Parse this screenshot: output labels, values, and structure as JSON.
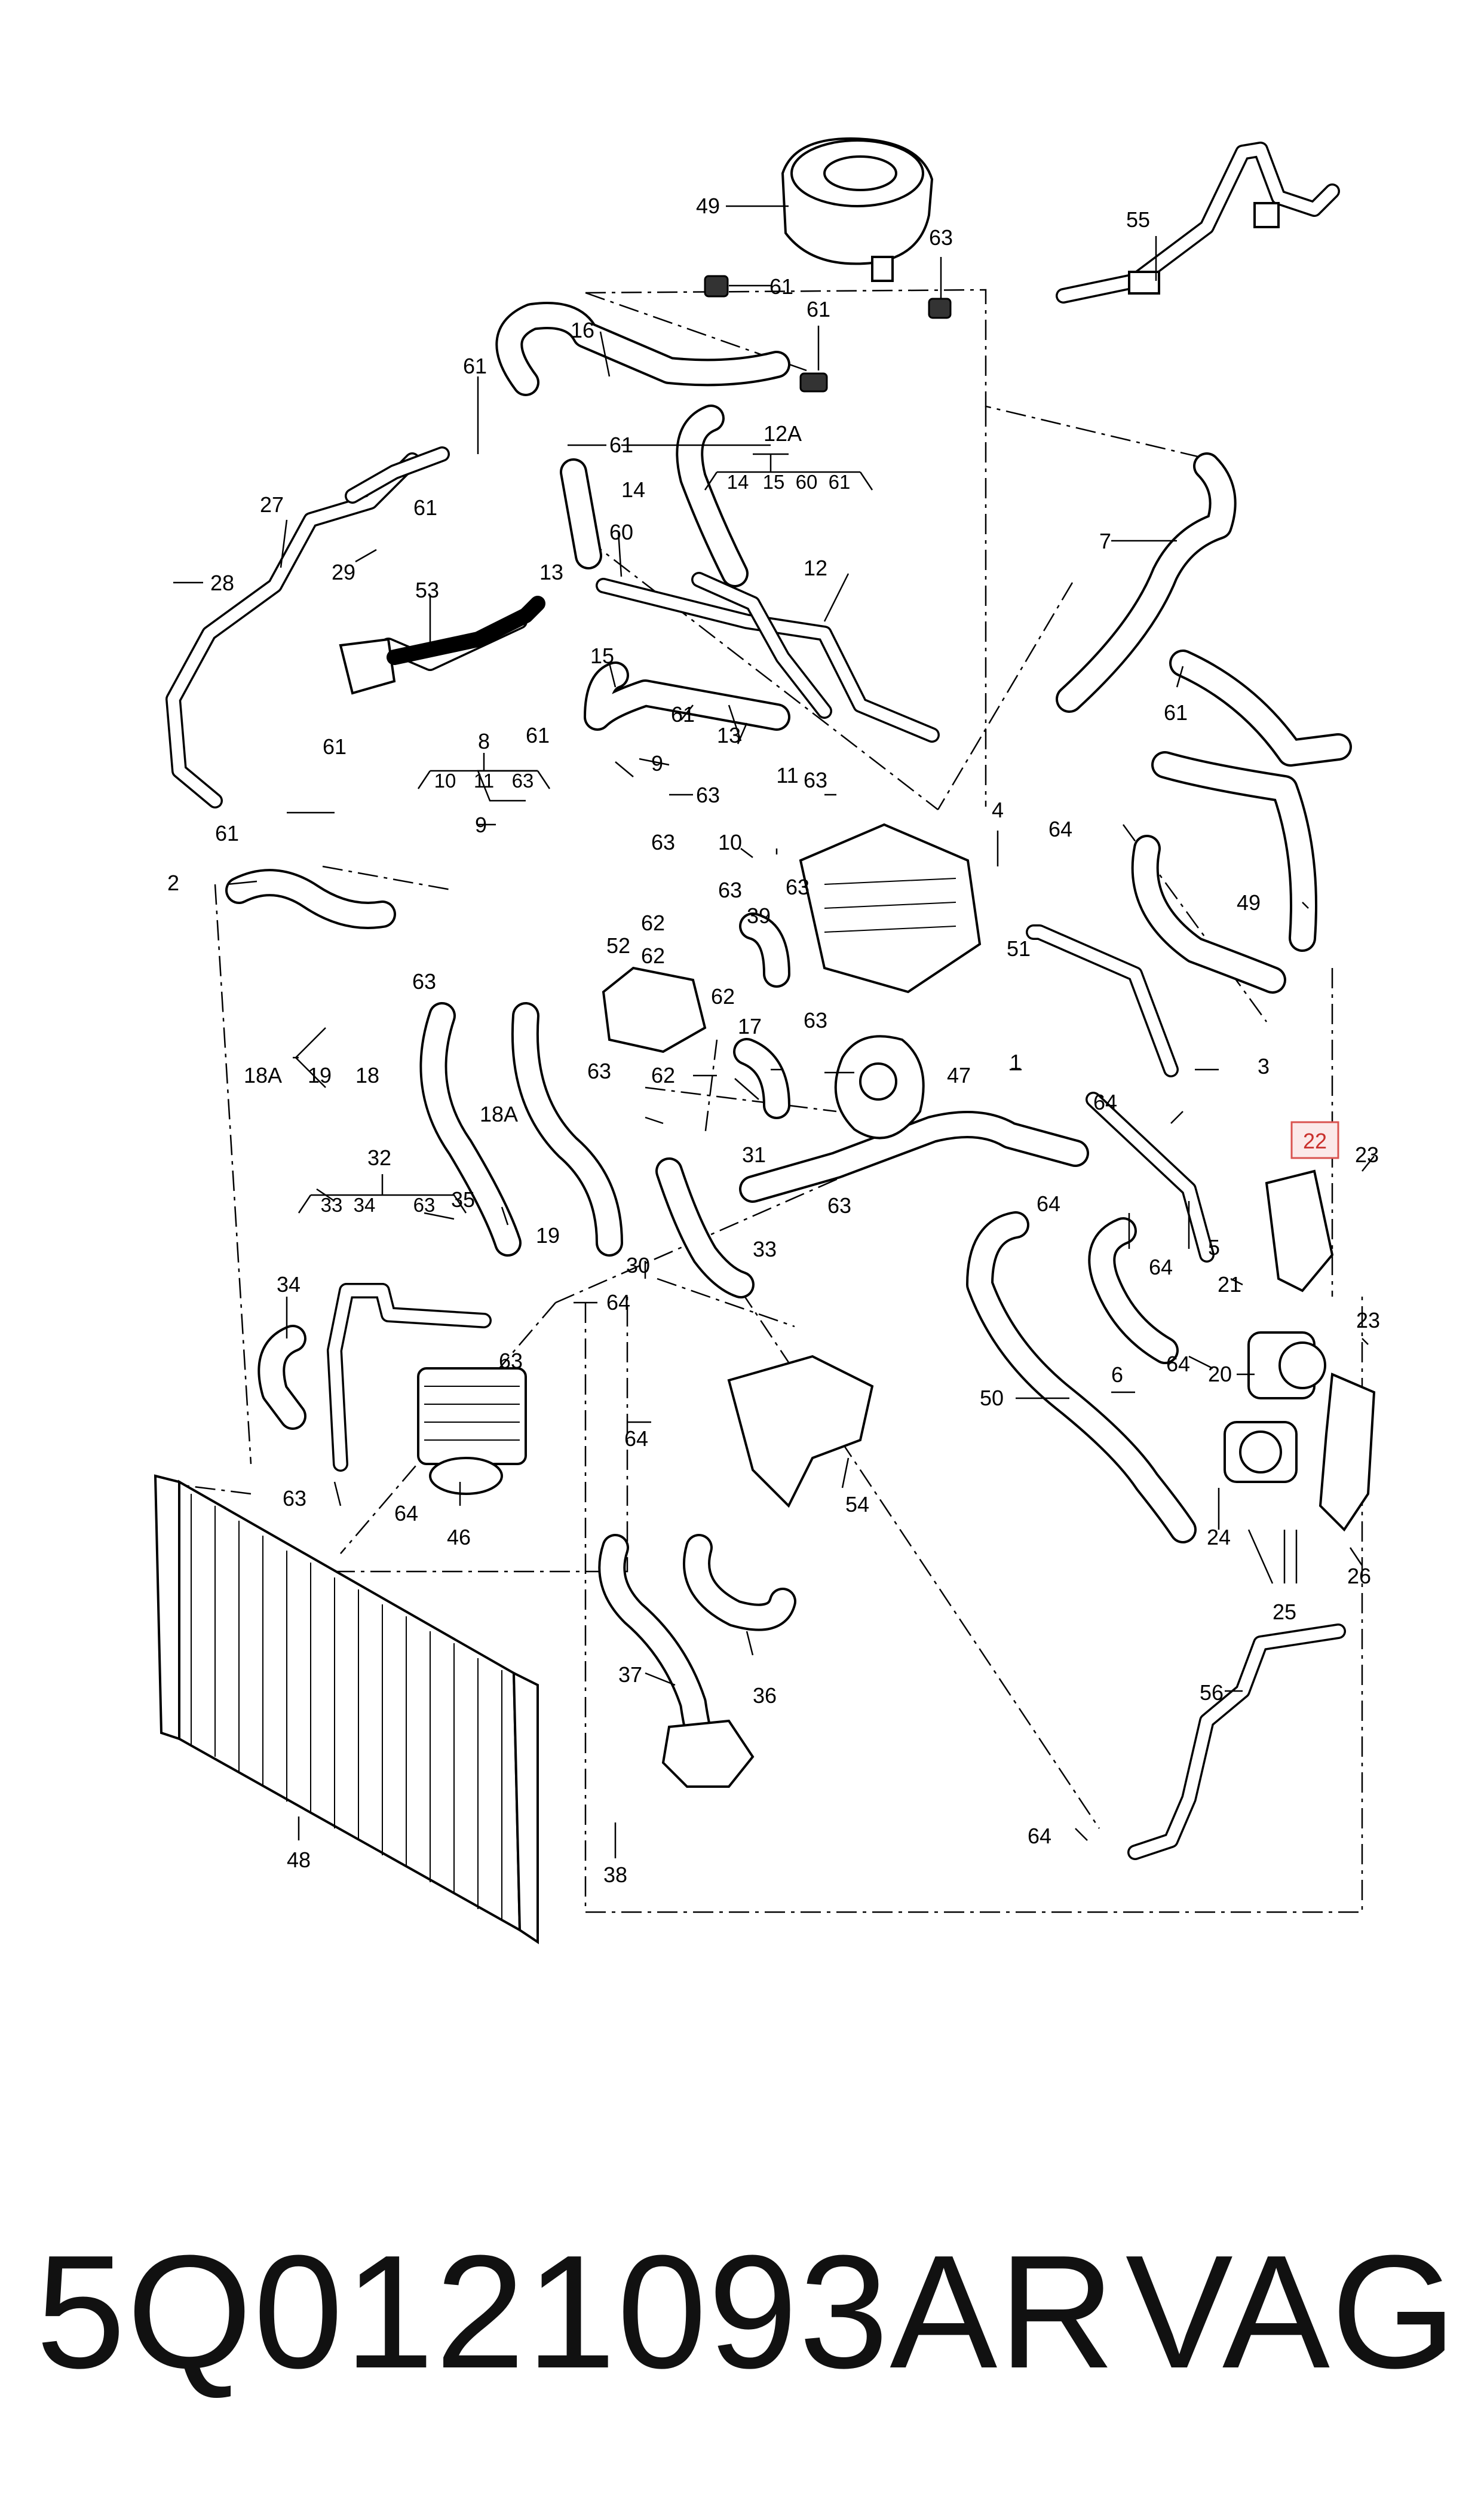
{
  "diagram": {
    "callouts": [
      {
        "id": "c49a",
        "label": "49"
      },
      {
        "id": "c61a",
        "label": "61"
      },
      {
        "id": "c63a",
        "label": "63"
      },
      {
        "id": "c55",
        "label": "55"
      },
      {
        "id": "c16",
        "label": "16"
      },
      {
        "id": "c61b",
        "label": "61"
      },
      {
        "id": "c61c",
        "label": "61"
      },
      {
        "id": "c61d",
        "label": "61"
      },
      {
        "id": "c12A",
        "label": "12A"
      },
      {
        "id": "c14",
        "label": "14"
      },
      {
        "id": "c7",
        "label": "7"
      },
      {
        "id": "c27",
        "label": "27"
      },
      {
        "id": "c61e",
        "label": "61"
      },
      {
        "id": "c60",
        "label": "60"
      },
      {
        "id": "c12",
        "label": "12"
      },
      {
        "id": "c28",
        "label": "28"
      },
      {
        "id": "c29",
        "label": "29"
      },
      {
        "id": "c13a",
        "label": "13"
      },
      {
        "id": "c53",
        "label": "53"
      },
      {
        "id": "c15",
        "label": "15"
      },
      {
        "id": "c61f",
        "label": "61"
      },
      {
        "id": "c61g",
        "label": "61"
      },
      {
        "id": "c61h",
        "label": "61"
      },
      {
        "id": "c13b",
        "label": "13"
      },
      {
        "id": "c8",
        "label": "8"
      },
      {
        "id": "c9a",
        "label": "9"
      },
      {
        "id": "c61i",
        "label": "61"
      },
      {
        "id": "c63b",
        "label": "63"
      },
      {
        "id": "c11",
        "label": "11"
      },
      {
        "id": "c63c",
        "label": "63"
      },
      {
        "id": "c4",
        "label": "4"
      },
      {
        "id": "c61j",
        "label": "61"
      },
      {
        "id": "c9b",
        "label": "9"
      },
      {
        "id": "c63d",
        "label": "63"
      },
      {
        "id": "c10",
        "label": "10"
      },
      {
        "id": "c64a",
        "label": "64"
      },
      {
        "id": "c2",
        "label": "2"
      },
      {
        "id": "c63e",
        "label": "63"
      },
      {
        "id": "c63f",
        "label": "63"
      },
      {
        "id": "c39",
        "label": "39"
      },
      {
        "id": "c49b",
        "label": "49"
      },
      {
        "id": "c51",
        "label": "51"
      },
      {
        "id": "c62a",
        "label": "62"
      },
      {
        "id": "c52",
        "label": "52"
      },
      {
        "id": "c62b",
        "label": "62"
      },
      {
        "id": "c62c",
        "label": "62"
      },
      {
        "id": "c17",
        "label": "17"
      },
      {
        "id": "c63g",
        "label": "63"
      },
      {
        "id": "c63h",
        "label": "63"
      },
      {
        "id": "c3",
        "label": "3"
      },
      {
        "id": "c18A",
        "label": "18A"
      },
      {
        "id": "c19a",
        "label": "19"
      },
      {
        "id": "c18",
        "label": "18"
      },
      {
        "id": "c63i",
        "label": "63"
      },
      {
        "id": "c62d",
        "label": "62"
      },
      {
        "id": "c47",
        "label": "47"
      },
      {
        "id": "c1",
        "label": "1"
      },
      {
        "id": "c18Ab",
        "label": "18A"
      },
      {
        "id": "c31",
        "label": "31"
      },
      {
        "id": "c64b",
        "label": "64"
      },
      {
        "id": "c23a",
        "label": "23"
      },
      {
        "id": "c32",
        "label": "32"
      },
      {
        "id": "c35",
        "label": "35"
      },
      {
        "id": "c19b",
        "label": "19"
      },
      {
        "id": "c63j",
        "label": "63"
      },
      {
        "id": "c33",
        "label": "33"
      },
      {
        "id": "c64c",
        "label": "64"
      },
      {
        "id": "c5",
        "label": "5"
      },
      {
        "id": "c64d",
        "label": "64"
      },
      {
        "id": "c30",
        "label": "30"
      },
      {
        "id": "c64e",
        "label": "64"
      },
      {
        "id": "c21",
        "label": "21"
      },
      {
        "id": "c34",
        "label": "34"
      },
      {
        "id": "c63k",
        "label": "63"
      },
      {
        "id": "c23b",
        "label": "23"
      },
      {
        "id": "c64f",
        "label": "64"
      },
      {
        "id": "c6",
        "label": "6"
      },
      {
        "id": "c20",
        "label": "20"
      },
      {
        "id": "c50",
        "label": "50"
      },
      {
        "id": "c63l",
        "label": "63"
      },
      {
        "id": "c64g",
        "label": "64"
      },
      {
        "id": "c46",
        "label": "46"
      },
      {
        "id": "c54",
        "label": "54"
      },
      {
        "id": "c24",
        "label": "24"
      },
      {
        "id": "c25",
        "label": "25"
      },
      {
        "id": "c26",
        "label": "26"
      },
      {
        "id": "c36",
        "label": "36"
      },
      {
        "id": "c37",
        "label": "37"
      },
      {
        "id": "c56",
        "label": "56"
      },
      {
        "id": "c48",
        "label": "48"
      },
      {
        "id": "c38",
        "label": "38"
      },
      {
        "id": "c64h",
        "label": "64"
      },
      {
        "id": "c64i",
        "label": "64"
      }
    ],
    "groups": {
      "g12A": [
        "14",
        "15",
        "60",
        "61"
      ],
      "g8": [
        "10",
        "11",
        "63"
      ],
      "g32": [
        "33",
        "34",
        "63"
      ]
    },
    "highlight": {
      "label": "22",
      "color": "#d9534f"
    }
  },
  "footer": {
    "part_number": "5Q0121093AR",
    "brand": "VAG"
  }
}
